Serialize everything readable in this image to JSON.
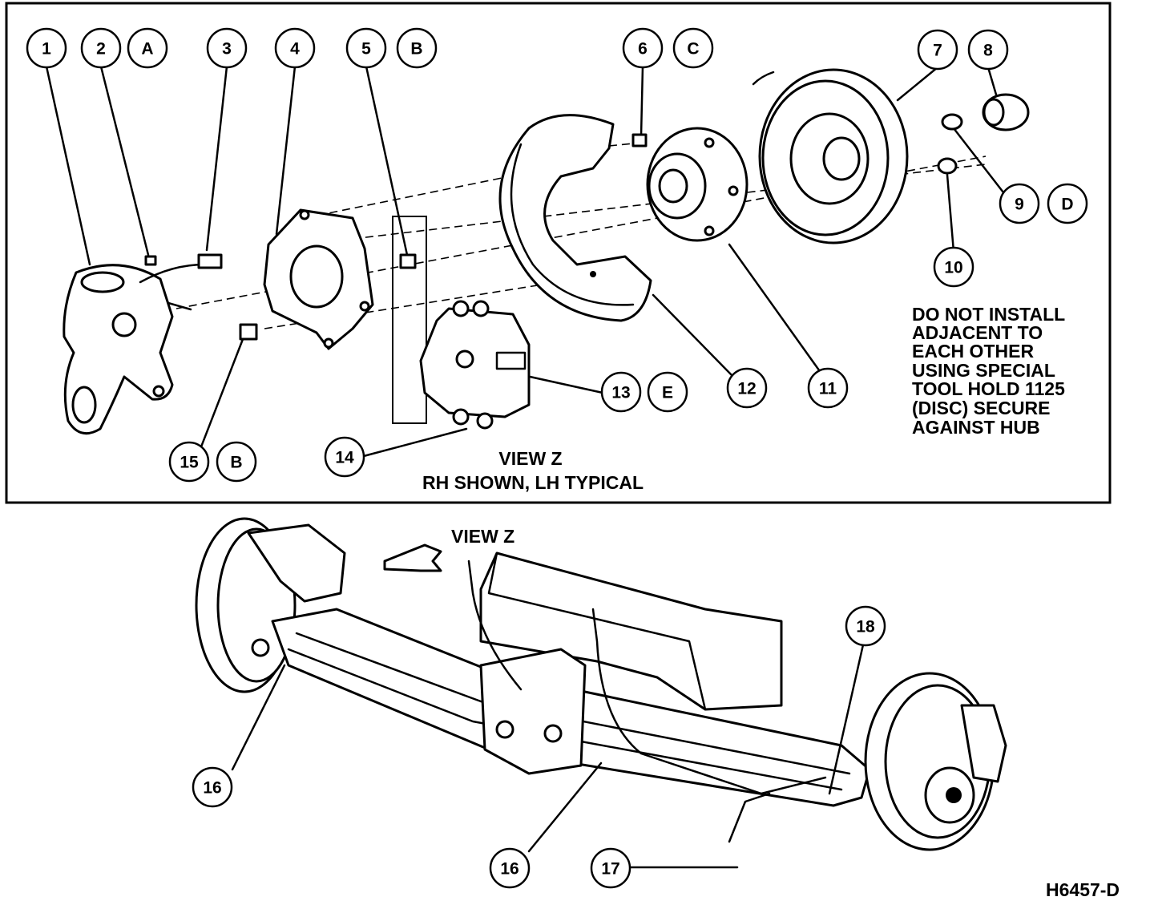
{
  "callouts": {
    "c1": "1",
    "c2": "2",
    "cA": "A",
    "c3": "3",
    "c4": "4",
    "c5": "5",
    "cB1": "B",
    "c6": "6",
    "cC": "C",
    "c7": "7",
    "c8": "8",
    "c9": "9",
    "cD": "D",
    "c10": "10",
    "c11": "11",
    "c12": "12",
    "c13": "13",
    "cE": "E",
    "c14": "14",
    "c15": "15",
    "cB2": "B",
    "c16a": "16",
    "c16b": "16",
    "c17": "17",
    "c18": "18"
  },
  "note": {
    "line1": "DO NOT INSTALL",
    "line2": "ADJACENT TO",
    "line3": "EACH OTHER",
    "line4": "USING SPECIAL",
    "line5": "TOOL HOLD 1125",
    "line6": "(DISC) SECURE",
    "line7": "AGAINST HUB"
  },
  "caption": {
    "view": "VIEW Z",
    "shown": "RH SHOWN, LH TYPICAL"
  },
  "lower_view_label": "VIEW Z",
  "figure_id": "H6457-D"
}
